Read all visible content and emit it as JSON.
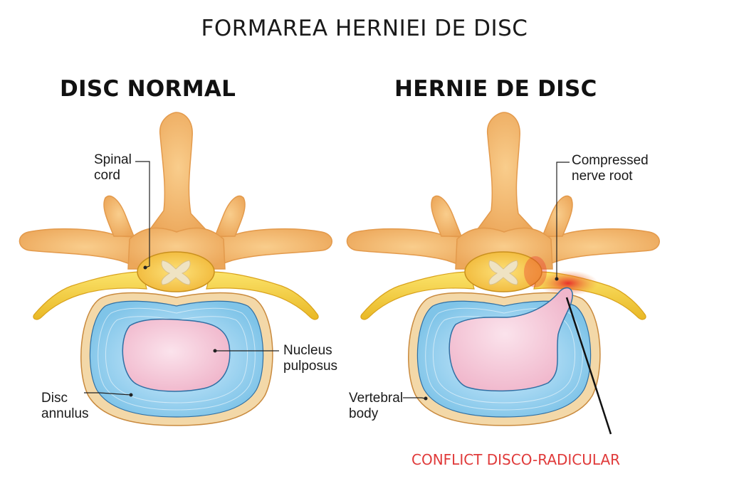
{
  "title": "FORMAREA HERNIEI DE DISC",
  "panels": {
    "normal": {
      "heading": "DISC NORMAL",
      "labels": {
        "spinal_cord": [
          "Spinal",
          "cord"
        ],
        "nucleus": [
          "Nucleus",
          "pulposus"
        ],
        "annulus": [
          "Disc",
          "annulus"
        ]
      }
    },
    "herniated": {
      "heading": "HERNIE DE DISC",
      "labels": {
        "compressed": [
          "Compressed",
          "nerve root"
        ],
        "vertebral": [
          "Vertebral",
          "body"
        ]
      },
      "conflict": "CONFLICT DISCO-RADICULAR"
    }
  },
  "colors": {
    "bone": "#f4b770",
    "bone_dark": "#e09a4e",
    "nerve": "#f6d340",
    "annulus": "#8fd0ee",
    "nucleus": "#f4c6d6",
    "body_rim": "#f0d2a0",
    "compression": "#e8322a",
    "conflict_text": "#e03a3a"
  }
}
